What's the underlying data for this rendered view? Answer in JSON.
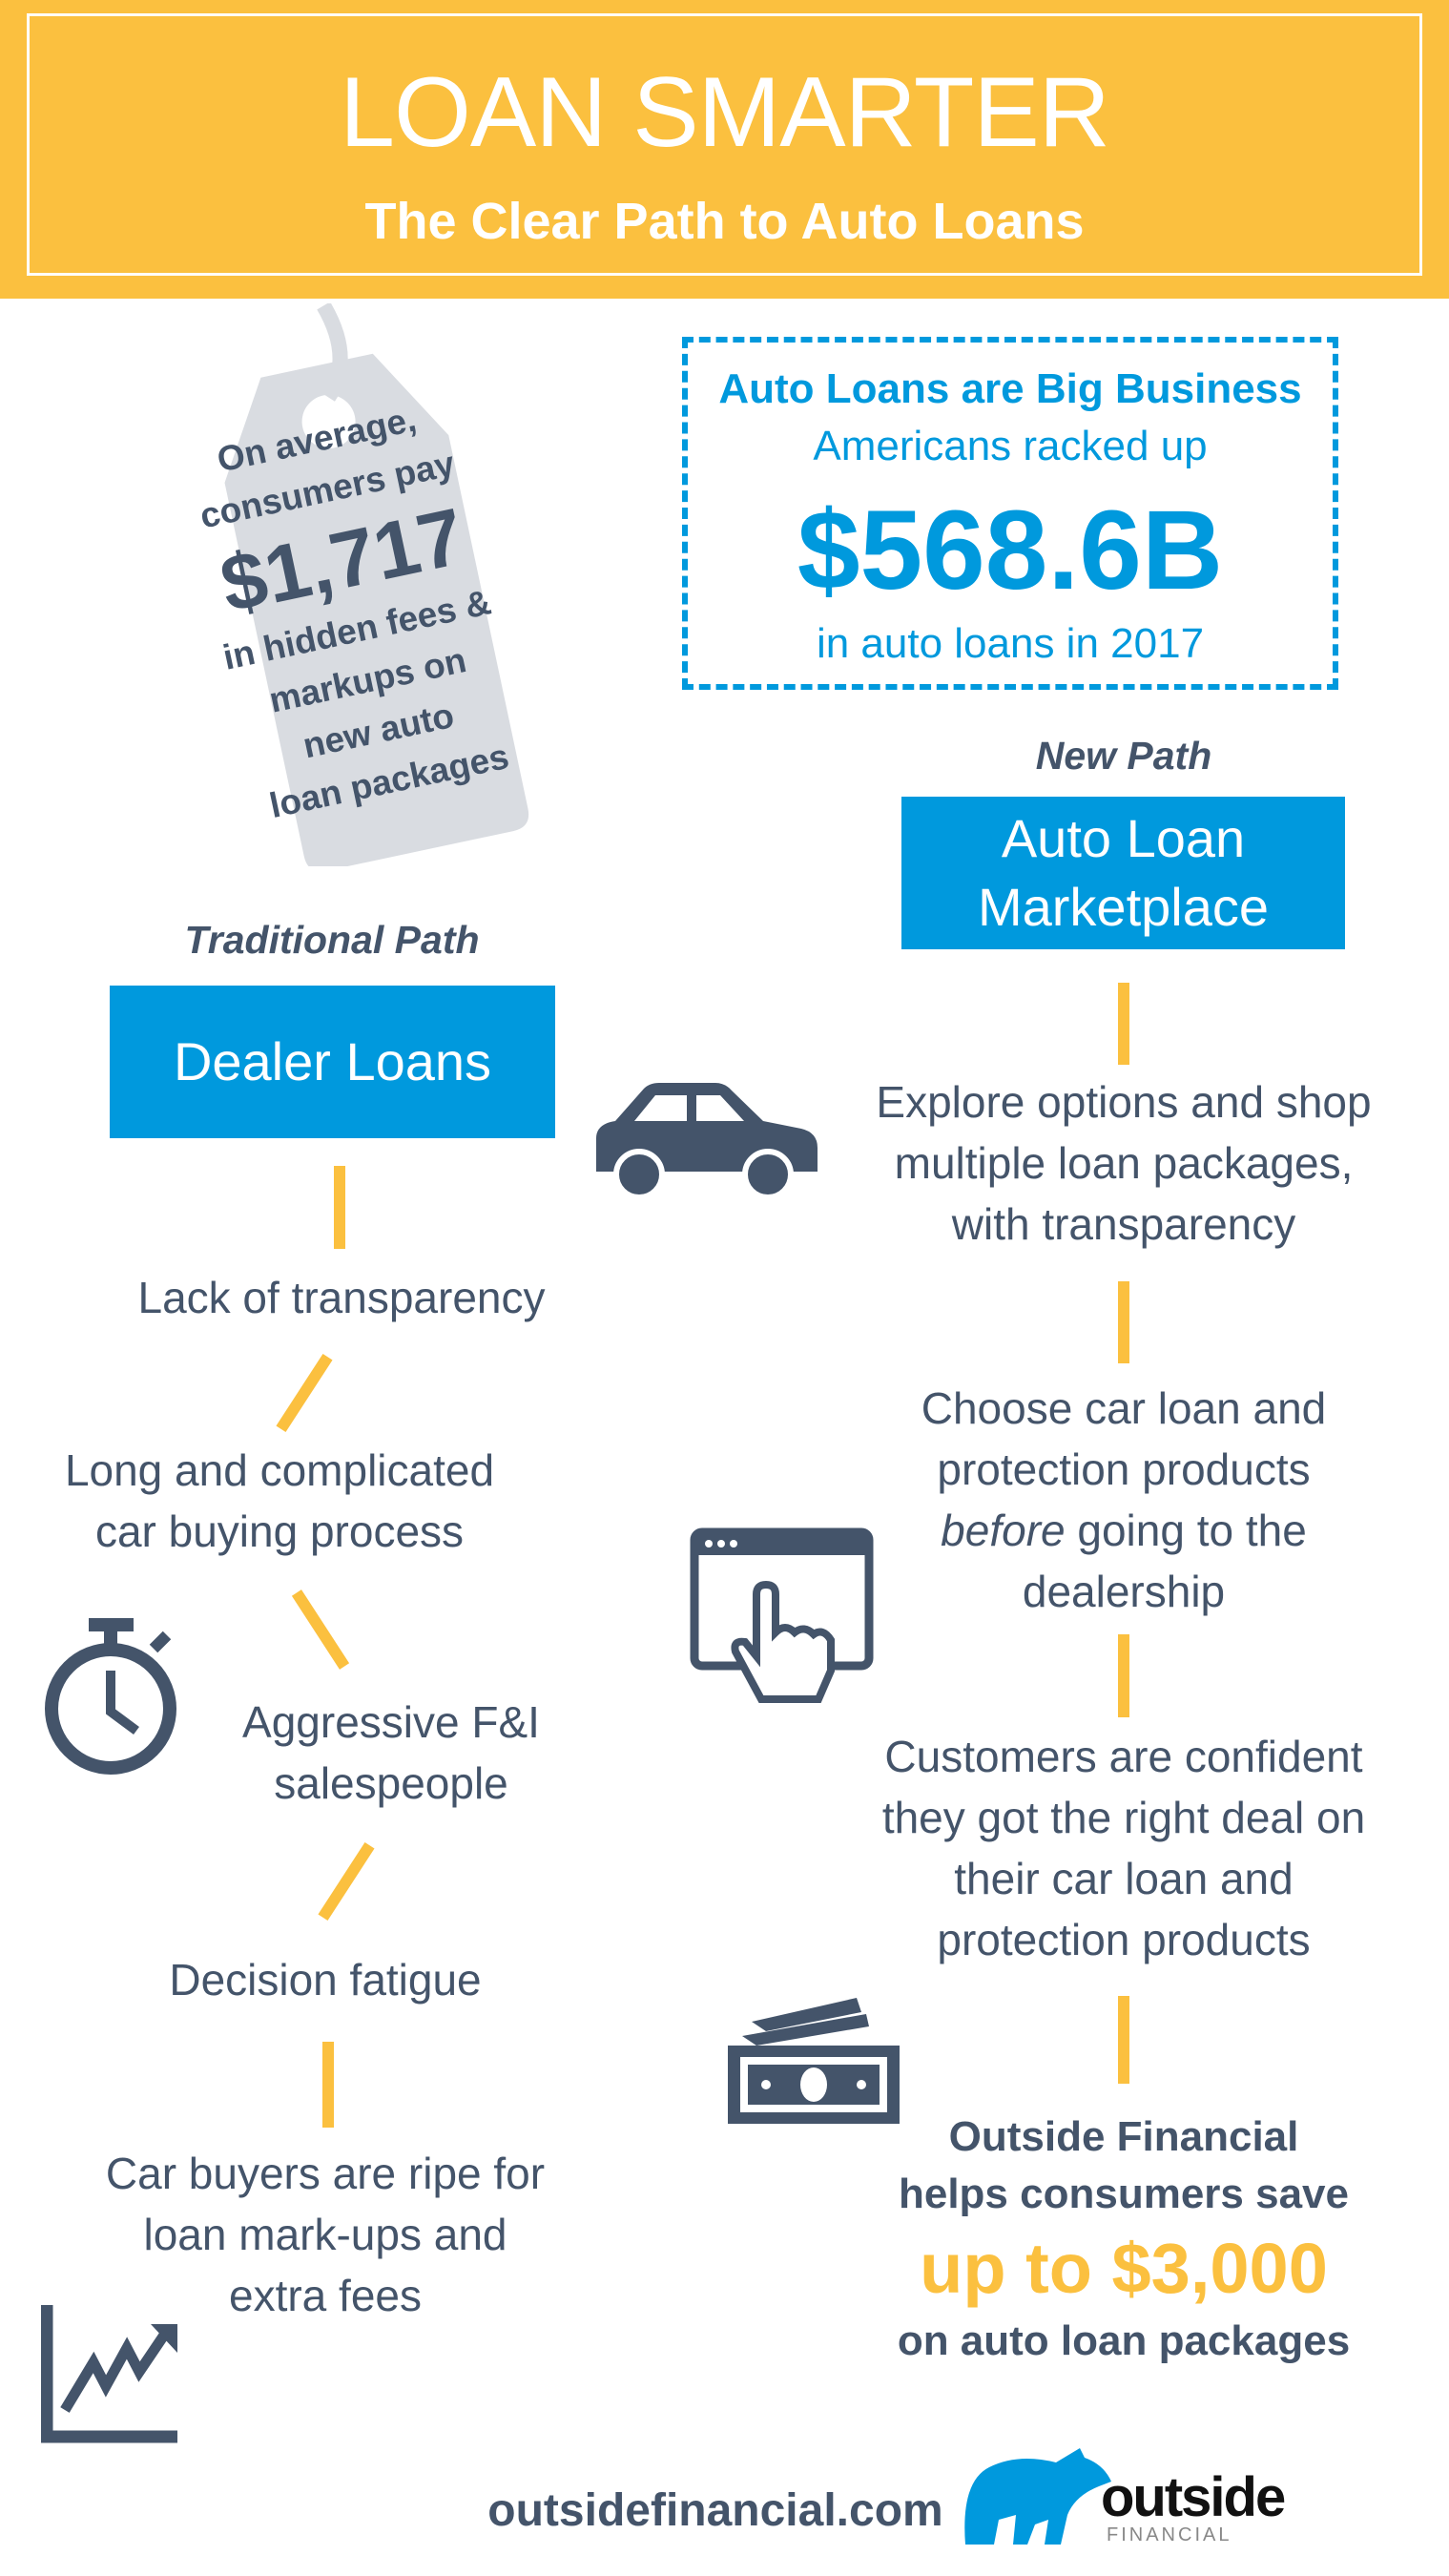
{
  "header": {
    "title": "LOAN SMARTER",
    "subtitle": "The Clear Path to Auto Loans"
  },
  "tag": {
    "lines": [
      "On average,",
      "consumers pay"
    ],
    "amount": "$1,717",
    "lines2": [
      "in hidden fees &",
      "markups on",
      "new auto",
      "loan packages"
    ]
  },
  "big_business": {
    "heading": "Auto Loans are Big Business",
    "line1": "Americans racked up",
    "amount": "$568.6B",
    "line2": "in auto loans in 2017"
  },
  "traditional": {
    "label": "Traditional Path",
    "box": "Dealer Loans",
    "steps": [
      [
        "Lack of transparency"
      ],
      [
        "Long and complicated",
        "car buying process"
      ],
      [
        "Aggressive F&I",
        "salespeople"
      ],
      [
        "Decision fatigue"
      ],
      [
        "Car buyers are ripe for",
        "loan mark-ups and",
        "extra fees"
      ]
    ]
  },
  "new_path": {
    "label": "New Path",
    "box": [
      "Auto Loan",
      "Marketplace"
    ],
    "steps": [
      [
        "Explore options and shop",
        "multiple loan packages,",
        "with transparency"
      ],
      [
        "Choose car loan and",
        "protection products"
      ],
      [
        "Customers are confident",
        "they got the right deal on",
        "their car loan and",
        "protection products"
      ]
    ],
    "step2_italic": "before",
    "step2_rest": " going to the",
    "step2_last": "dealership",
    "savings": {
      "line1": "Outside Financial",
      "line2": "helps consumers save",
      "amount": "up to $3,000",
      "line3": "on auto loan packages"
    }
  },
  "footer": {
    "url": "outsidefinancial.com",
    "logo_word": "outside",
    "logo_sub": "FINANCIAL"
  },
  "colors": {
    "yellow": "#FBC03F",
    "blue": "#0099DD",
    "slate": "#44546A"
  }
}
